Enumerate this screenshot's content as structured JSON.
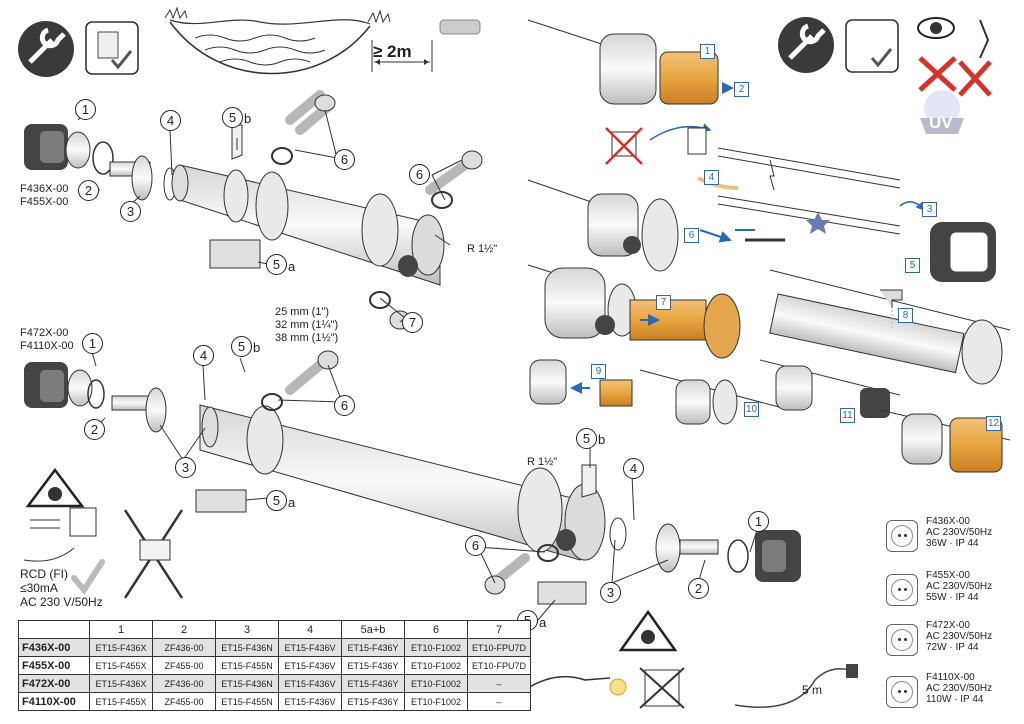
{
  "distance": "≥ 2m",
  "thread_size": "R 1½\"",
  "uv_text": "UV",
  "cable_length": "5 m",
  "models_top": [
    "F436X-00",
    "F455X-00"
  ],
  "models_bottom": [
    "F472X-00",
    "F4110X-00"
  ],
  "hose_sizes": [
    "25 mm (1\")",
    "32 mm (1¼\")",
    "38 mm (1½\")"
  ],
  "callouts": {
    "n1": "1",
    "n2": "2",
    "n3": "3",
    "n4": "4",
    "n5a": "5",
    "n5a_suffix": "a",
    "n5b": "5",
    "n5b_suffix": "b",
    "n6": "6",
    "n7": "7"
  },
  "steps": [
    "1",
    "2",
    "3",
    "4",
    "5",
    "6",
    "7",
    "8",
    "9",
    "10",
    "11",
    "12"
  ],
  "electrical": {
    "rcd": "RCD (FI)",
    "current": "≤30mA",
    "supply": "AC 230 V/50Hz"
  },
  "parts_table": {
    "headers": [
      "1",
      "2",
      "3",
      "4",
      "5a+b",
      "6",
      "7"
    ],
    "rows": [
      {
        "model": "F436X-00",
        "cells": [
          "ET15-F436X",
          "ZF436-00",
          "ET15-F436N",
          "ET15-F436V",
          "ET15-F436Y",
          "ET10-F1002",
          "ET10-FPU7D"
        ]
      },
      {
        "model": "F455X-00",
        "cells": [
          "ET15-F455X",
          "ZF455-00",
          "ET15-F455N",
          "ET15-F436V",
          "ET15-F436Y",
          "ET10-F1002",
          "ET10-FPU7D"
        ]
      },
      {
        "model": "F472X-00",
        "cells": [
          "ET15-F436X",
          "ZF436-00",
          "ET15-F436N",
          "ET15-F436V",
          "ET15-F436Y",
          "ET10-F1002",
          "–"
        ]
      },
      {
        "model": "F4110X-00",
        "cells": [
          "ET15-F455X",
          "ZF455-00",
          "ET15-F455N",
          "ET15-F436V",
          "ET15-F436Y",
          "ET10-F1002",
          "–"
        ]
      }
    ]
  },
  "specs": [
    {
      "model": "F436X-00",
      "supply": "AC 230V/50Hz",
      "rating": "36W · IP 44"
    },
    {
      "model": "F455X-00",
      "supply": "AC 230V/50Hz",
      "rating": "55W · IP 44"
    },
    {
      "model": "F472X-00",
      "supply": "AC 230V/50Hz",
      "rating": "72W · IP 44"
    },
    {
      "model": "F4110X-00",
      "supply": "AC 230V/50Hz",
      "rating": "110W · IP 44"
    }
  ],
  "colors": {
    "accent_blue": "#2a69b4",
    "warning_red": "#d6322c",
    "lamp_orange": "#e8a540"
  }
}
